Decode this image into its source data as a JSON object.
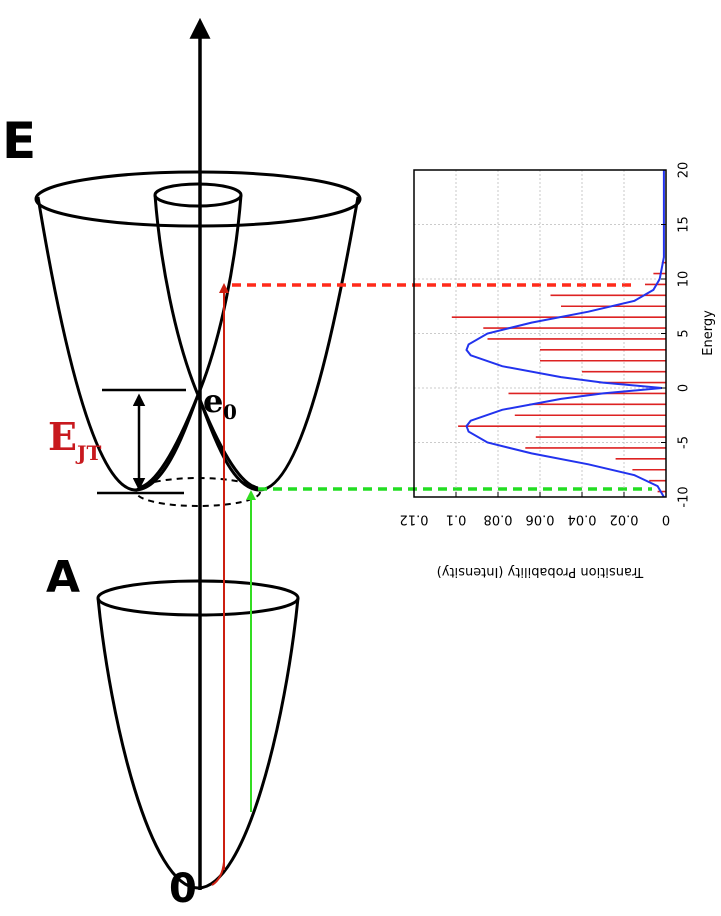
{
  "labels": {
    "energy_axis": "E",
    "lower_state": "A",
    "origin": "0",
    "crossing": "e",
    "crossing_sub": "0",
    "jt_energy": "E",
    "jt_energy_sub": "JT"
  },
  "colors": {
    "ink": "#000000",
    "red": "#cc1f10",
    "green": "#33dd22",
    "red_dashed": "#ff2a1a",
    "green_dashed": "#22dd22",
    "chart_sticks": "#dd2222",
    "chart_envelope": "#2233ee",
    "grid": "#bbbbbb"
  },
  "chart_data": {
    "type": "bar",
    "xlabel": "Energy",
    "ylabel": "Transition Probability (Intensity)",
    "xlim": [
      -10,
      20
    ],
    "ylim": [
      0,
      0.12
    ],
    "xticks": [
      "-10",
      "-5",
      "0",
      "5",
      "10",
      "15",
      "20"
    ],
    "yticks": [
      "0",
      "0.02",
      "0.04",
      "0.06",
      "0.08",
      "0.1",
      "0.12"
    ],
    "grid": true,
    "sticks": {
      "x": [
        -9.5,
        -8.5,
        -7.5,
        -6.5,
        -5.5,
        -4.5,
        -3.5,
        -2.5,
        -1.5,
        -0.5,
        0.5,
        1.5,
        2.5,
        3.5,
        4.5,
        5.5,
        6.5,
        7.5,
        8.5,
        9.5,
        10.5,
        11.5
      ],
      "y": [
        0.004,
        0.008,
        0.016,
        0.024,
        0.067,
        0.062,
        0.099,
        0.072,
        0.065,
        0.075,
        0.032,
        0.04,
        0.06,
        0.06,
        0.085,
        0.087,
        0.102,
        0.05,
        0.055,
        0.01,
        0.006,
        0.002
      ]
    },
    "envelope": {
      "x": [
        -10,
        -9,
        -8,
        -7,
        -6,
        -5,
        -4,
        -3.5,
        -3,
        -2,
        -1,
        -0.5,
        0,
        0.5,
        1,
        2,
        3,
        3.5,
        4,
        5,
        6,
        7,
        8,
        9,
        10,
        11,
        12,
        13,
        14,
        15,
        16,
        17,
        18,
        19,
        20
      ],
      "y": [
        0.001,
        0.004,
        0.015,
        0.037,
        0.064,
        0.085,
        0.094,
        0.095,
        0.093,
        0.078,
        0.05,
        0.03,
        0.002,
        0.03,
        0.05,
        0.078,
        0.093,
        0.095,
        0.094,
        0.085,
        0.064,
        0.037,
        0.015,
        0.006,
        0.003,
        0.002,
        0.001,
        0.001,
        0.001,
        0.001,
        0.001,
        0.001,
        0.001,
        0.001,
        0.001
      ]
    }
  }
}
